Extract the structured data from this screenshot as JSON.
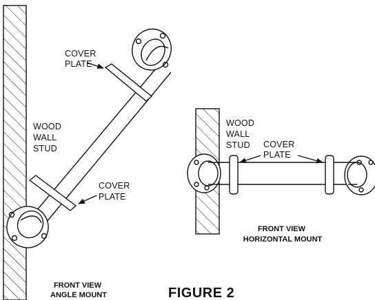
{
  "figure_title": "FIGURE 2",
  "angle_view": {
    "caption_line1": "FRONT VIEW",
    "caption_line2": "ANGLE MOUNT",
    "wall_label": [
      "WOOD",
      "WALL",
      "STUD"
    ],
    "cover_top": [
      "COVER",
      "PLATE"
    ],
    "cover_bottom": [
      "COVER",
      "PLATE"
    ]
  },
  "horizontal_view": {
    "caption_line1": "FRONT VIEW",
    "caption_line2": "HORIZONTAL MOUNT",
    "wall_label": [
      "WOOD",
      "WALL",
      "STUD"
    ],
    "cover": [
      "COVER",
      "PLATE"
    ]
  }
}
